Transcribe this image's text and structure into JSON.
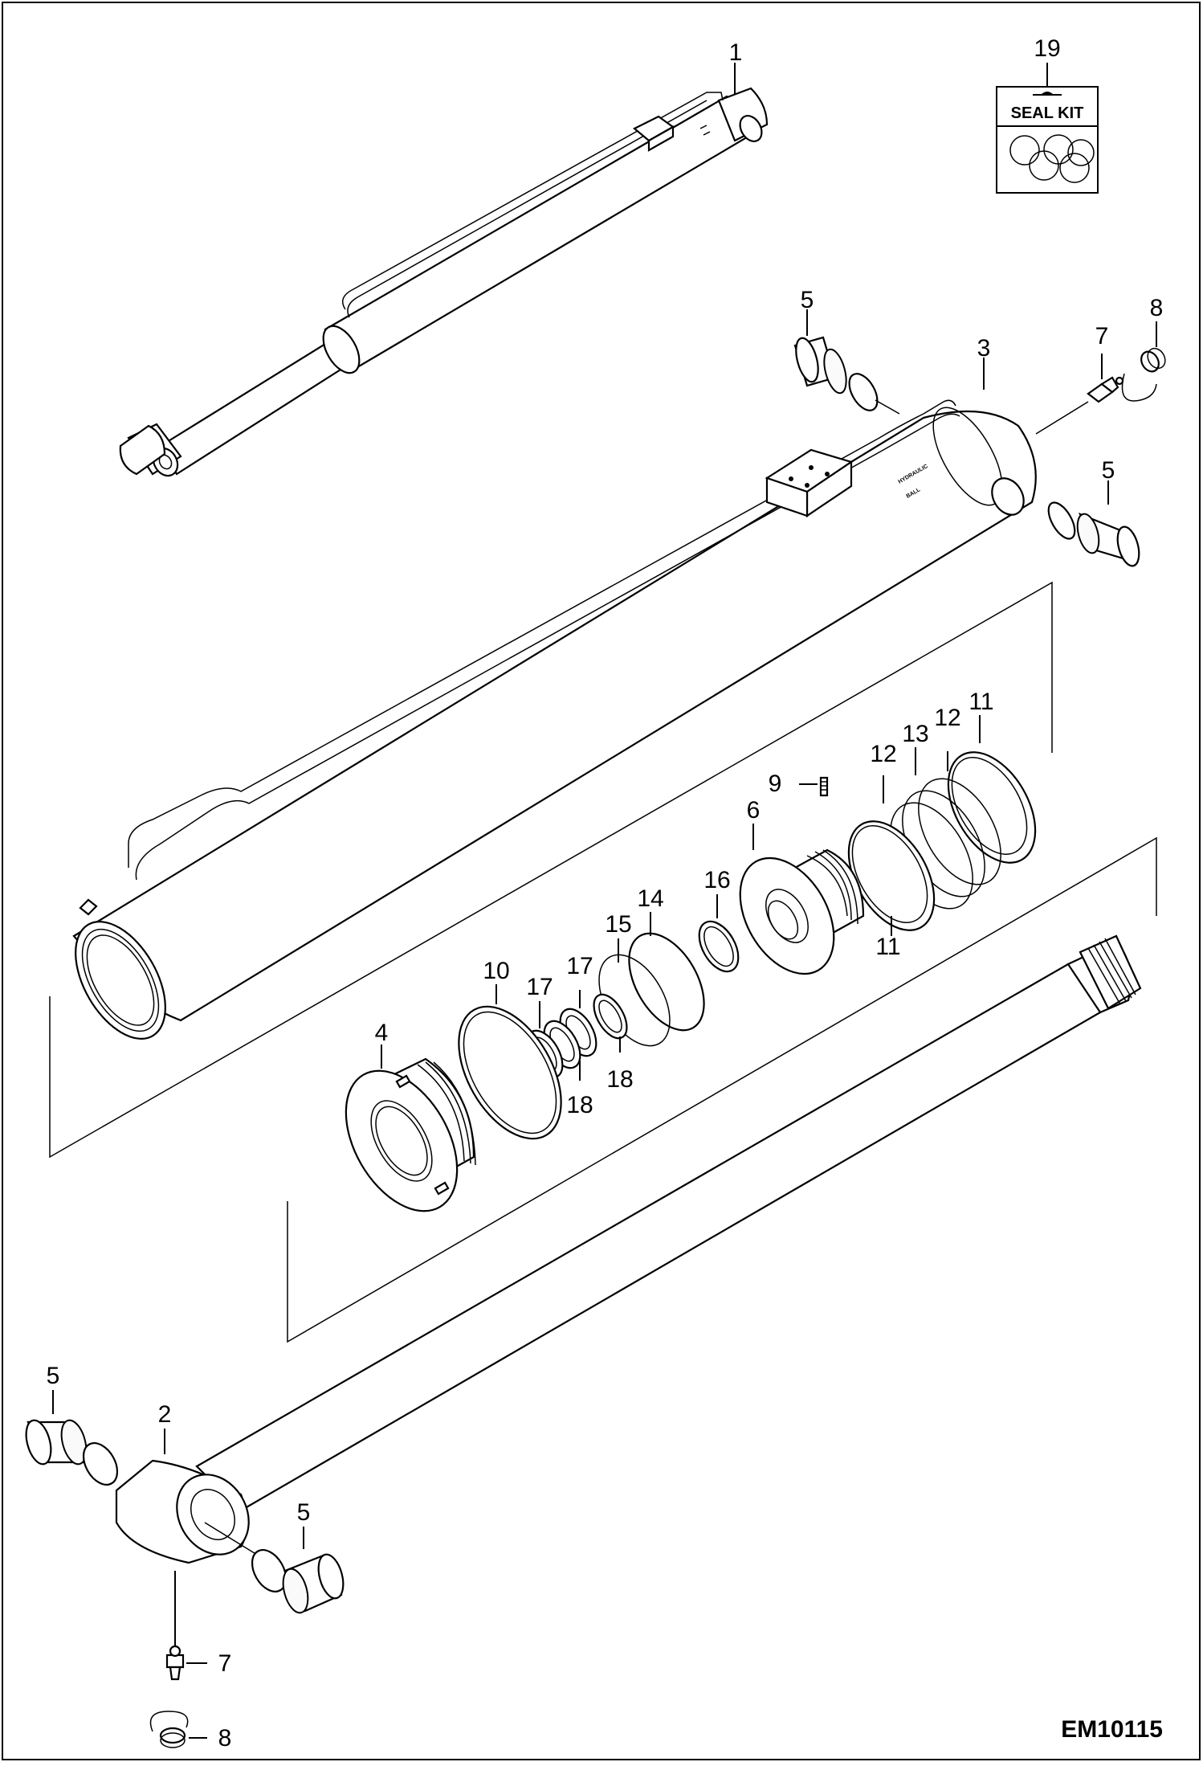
{
  "diagram": {
    "drawing_code": "EM10115",
    "seal_kit_label": "SEAL KIT",
    "callouts": [
      {
        "id": "c1",
        "text": "1"
      },
      {
        "id": "c19",
        "text": "19"
      },
      {
        "id": "c5a",
        "text": "5"
      },
      {
        "id": "c3",
        "text": "3"
      },
      {
        "id": "c7a",
        "text": "7"
      },
      {
        "id": "c8a",
        "text": "8"
      },
      {
        "id": "c5b",
        "text": "5"
      },
      {
        "id": "c11a",
        "text": "11"
      },
      {
        "id": "c12a",
        "text": "12"
      },
      {
        "id": "c13",
        "text": "13"
      },
      {
        "id": "c12b",
        "text": "12"
      },
      {
        "id": "c9",
        "text": "9"
      },
      {
        "id": "c6",
        "text": "6"
      },
      {
        "id": "c16",
        "text": "16"
      },
      {
        "id": "c14",
        "text": "14"
      },
      {
        "id": "c15",
        "text": "15"
      },
      {
        "id": "c11b",
        "text": "11"
      },
      {
        "id": "c17a",
        "text": "17"
      },
      {
        "id": "c17b",
        "text": "17"
      },
      {
        "id": "c10",
        "text": "10"
      },
      {
        "id": "c4",
        "text": "4"
      },
      {
        "id": "c18a",
        "text": "18"
      },
      {
        "id": "c18b",
        "text": "18"
      },
      {
        "id": "c5c",
        "text": "5"
      },
      {
        "id": "c2",
        "text": "2"
      },
      {
        "id": "c5d",
        "text": "5"
      },
      {
        "id": "c7b",
        "text": "7"
      },
      {
        "id": "c8b",
        "text": "8"
      }
    ]
  }
}
